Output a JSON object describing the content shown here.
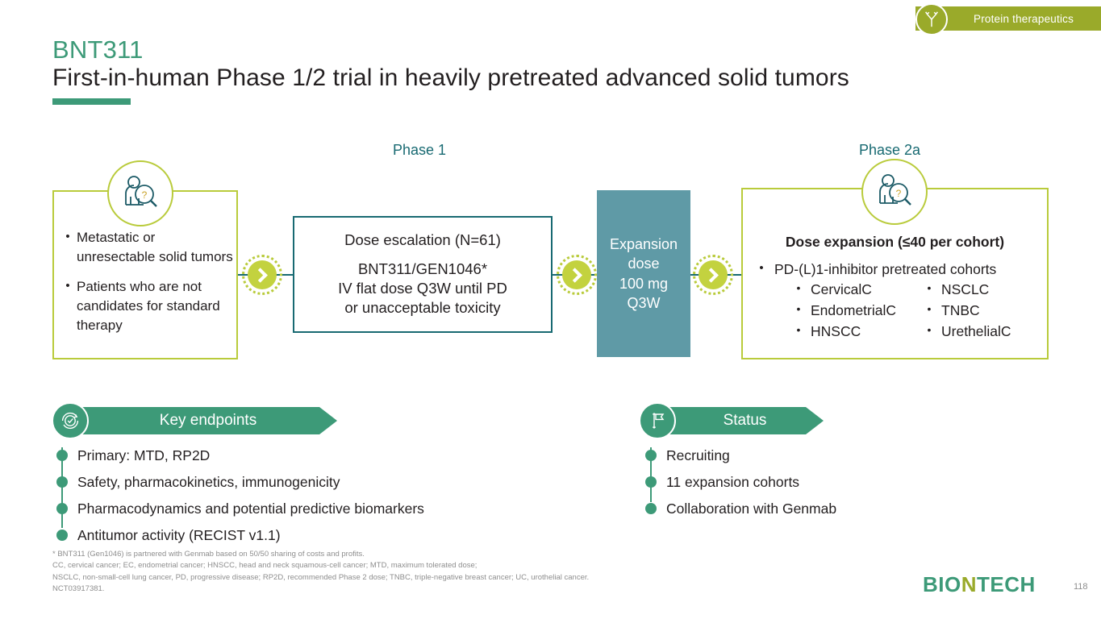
{
  "header": {
    "category_badge_icon": "antibody-icon",
    "category_label": "Protein therapeutics",
    "eyebrow": "BNT311",
    "title": "First-in-human Phase 1/2 trial in heavily pretreated advanced solid tumors"
  },
  "colors": {
    "olive": "#b9cb3b",
    "olive_dark": "#9aaa2a",
    "teal": "#186a72",
    "teal_fill": "#5f9aa6",
    "green": "#3d9a78",
    "text": "#231f20",
    "muted": "#8e8e8e",
    "chartreuse": "#c3d23f"
  },
  "diagram": {
    "phase1_label": "Phase 1",
    "phase2a_label": "Phase 2a",
    "population": {
      "icon": "patient-search-icon",
      "bullets": [
        "Metastatic or unresectable solid tumors",
        "Patients who are not candidates for standard therapy"
      ],
      "bullet_glyph": "•"
    },
    "dose_escalation": {
      "heading": "Dose escalation (N=61)",
      "lines": [
        "BNT311/GEN1046*",
        "IV flat dose Q3W until PD",
        "or unacceptable toxicity"
      ]
    },
    "expansion_dose": {
      "lines": [
        "Expansion",
        "dose",
        "100 mg",
        "Q3W"
      ]
    },
    "dose_expansion": {
      "icon": "patient-search-icon",
      "heading": "Dose expansion (≤40 per cohort)",
      "subheading": "PD-(L)1-inhibitor pretreated cohorts",
      "cohorts": [
        "CervicalC",
        "NSCLC",
        "EndometrialC",
        "TNBC",
        "HNSCC",
        "UrethelialC"
      ],
      "bullet_glyph": "•"
    },
    "connectors": [
      {
        "icon": "chevron-right-icon"
      },
      {
        "icon": "chevron-right-icon"
      },
      {
        "icon": "chevron-right-icon"
      }
    ]
  },
  "key_endpoints": {
    "icon": "target-check-icon",
    "banner_label": "Key endpoints",
    "items": [
      "Primary: MTD, RP2D",
      "Safety, pharmacokinetics, immunogenicity",
      "Pharmacodynamics and potential predictive biomarkers",
      "Antitumor activity (RECIST v1.1)"
    ]
  },
  "status": {
    "icon": "flag-icon",
    "banner_label": "Status",
    "items": [
      "Recruiting",
      "11 expansion cohorts",
      "Collaboration with Genmab"
    ]
  },
  "footnotes": [
    "* BNT311 (Gen1046) is partnered with Genmab based on 50/50 sharing of costs and profits.",
    "CC, cervical cancer; EC, endometrial cancer; HNSCC, head and neck squamous-cell cancer; MTD, maximum tolerated dose;",
    "NSCLC, non-small-cell lung cancer, PD, progressive disease; RP2D, recommended Phase 2 dose; TNBC, triple-negative breast cancer; UC, urothelial cancer.",
    "NCT03917381."
  ],
  "footer": {
    "logo_part1": "BIO",
    "logo_part2": "N",
    "logo_part3": "TECH",
    "page_number": "118"
  }
}
